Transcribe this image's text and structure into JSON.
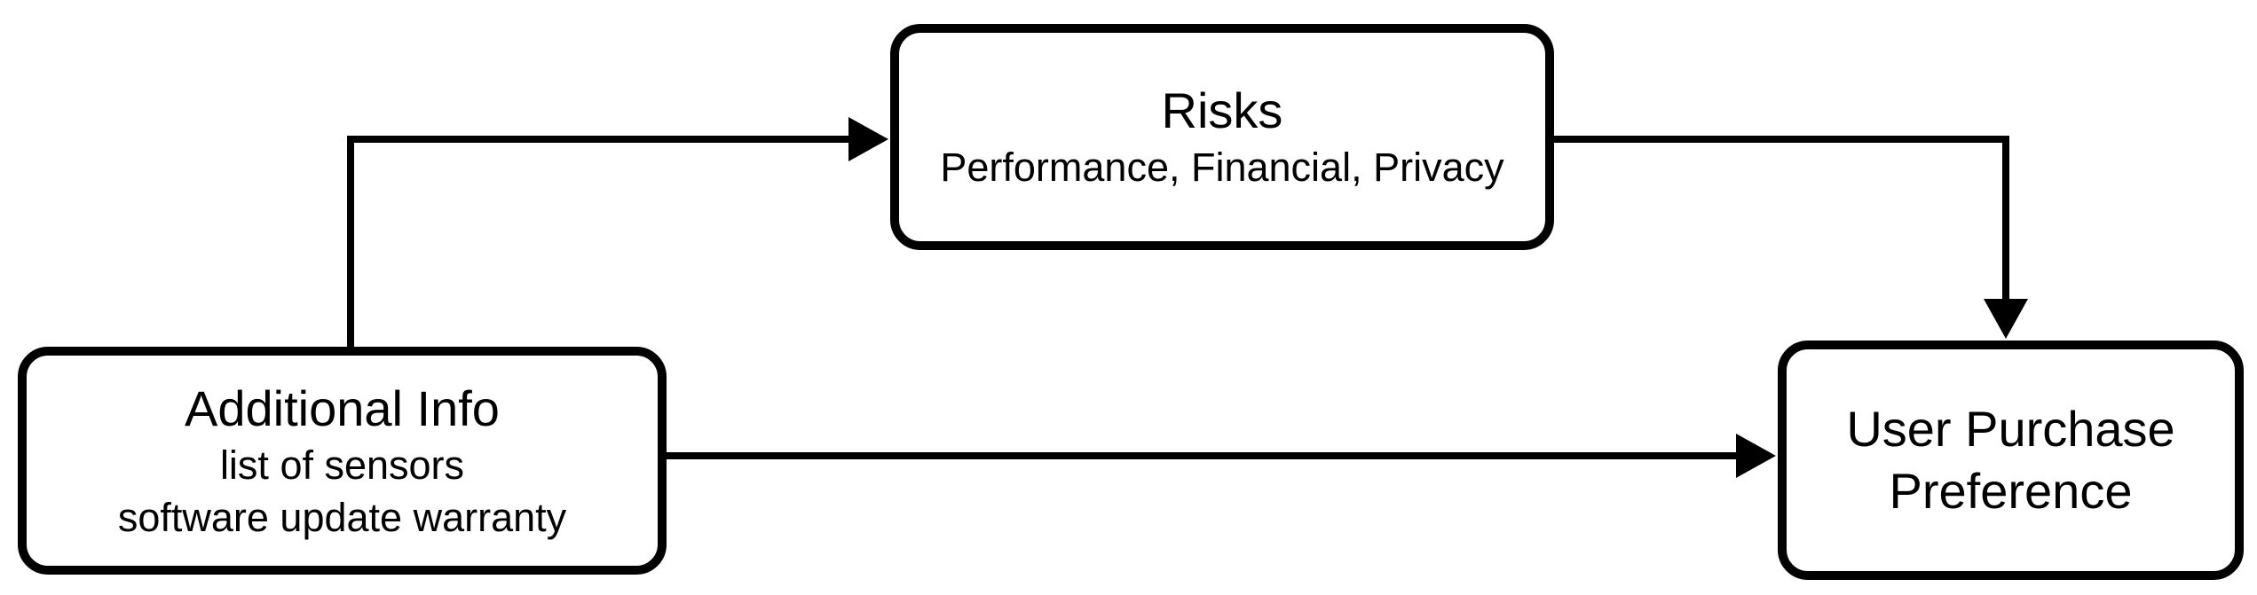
{
  "diagram": {
    "background_color": "#ffffff",
    "stroke_color": "#000000",
    "node_fill_color": "#ffffff",
    "nodes": {
      "risks": {
        "title": "Risks",
        "subtitle": "Performance, Financial, Privacy"
      },
      "additional_info": {
        "title": "Additional Info",
        "lines": [
          "list of sensors",
          "software update warranty"
        ]
      },
      "user_purchase_preference": {
        "title": "User Purchase Preference"
      }
    },
    "edges": [
      {
        "from": "additional-info",
        "from_side": "top",
        "to": "risks",
        "to_side": "left",
        "style": "elbow-arrow"
      },
      {
        "from": "risks",
        "from_side": "right",
        "to": "user-purchase-preference",
        "to_side": "top",
        "style": "elbow-arrow"
      },
      {
        "from": "additional-info",
        "from_side": "right",
        "to": "user-purchase-preference",
        "to_side": "left",
        "style": "straight-arrow"
      }
    ]
  }
}
